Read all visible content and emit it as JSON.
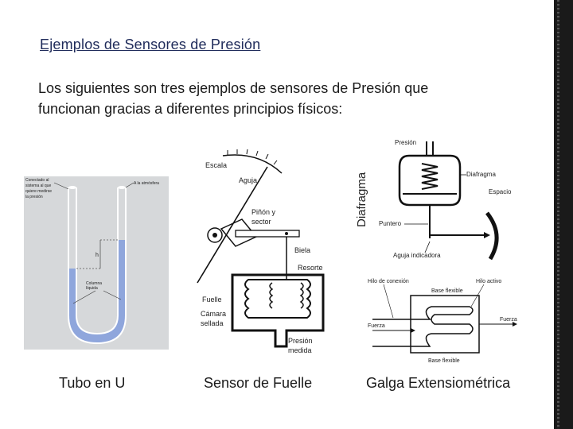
{
  "slide": {
    "title": "Ejemplos de Sensores de Presión",
    "intro_line1": "Los siguientes son tres ejemplos de sensores de Presión que",
    "intro_line2": "funcionan gracias a diferentes principios físicos:"
  },
  "figures": {
    "u_tube": {
      "caption": "Tubo en U",
      "label_connected": [
        "Conectado al",
        "sistema al que",
        "quiere medirse",
        "la presión"
      ],
      "label_atmosphere": "A la atmósfera",
      "label_h": "h",
      "label_column": [
        "Columna",
        "líquida"
      ]
    },
    "bellows": {
      "caption": "Sensor de Fuelle",
      "label_scale": "Escala",
      "label_needle": "Aguja",
      "label_pinion": [
        "Piñón y",
        "sector"
      ],
      "label_rod": "Biela",
      "label_spring": "Resorte",
      "label_bellows": "Fuelle",
      "label_chamber": [
        "Cámara",
        "sellada"
      ],
      "label_measured": [
        "Presión",
        "medida"
      ]
    },
    "diaphragm": {
      "vertical_label": "Diafragma",
      "label_pressure": "Presión",
      "label_diaphragm": "Diafragma",
      "label_spring": "Espacio",
      "label_pointer": "Puntero",
      "label_needle": "Aguja indicadora"
    },
    "strain_gauge": {
      "caption": "Galga Extensiométrica",
      "label_connection": "Hilo de conexión",
      "label_active": "Hilo activo",
      "label_base_top": "Base flexible",
      "label_base_bottom": "Base flexible",
      "label_force_left": "Fuerza",
      "label_force_right": "Fuerza"
    }
  },
  "colors": {
    "title": "#1f2b5a",
    "liquid": "#8fa6dc",
    "tube_bg": "#d6d8da"
  }
}
